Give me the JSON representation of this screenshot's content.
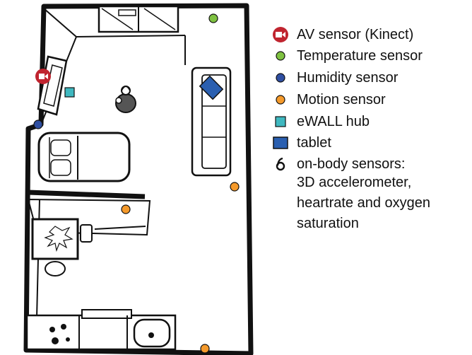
{
  "legend": {
    "items": [
      {
        "key": "av",
        "label": "AV sensor (Kinect)",
        "icon": "camera-icon",
        "color": "#c0242f"
      },
      {
        "key": "temp",
        "label": "Temperature sensor",
        "icon": "green-dot-icon",
        "color": "#7fc241"
      },
      {
        "key": "humidity",
        "label": "Humidity sensor",
        "icon": "blue-dot-icon",
        "color": "#2f4fa2"
      },
      {
        "key": "motion",
        "label": "Motion sensor",
        "icon": "orange-dot-icon",
        "color": "#f59a2b"
      },
      {
        "key": "hub",
        "label": "eWALL hub",
        "icon": "teal-square-icon",
        "color": "#3fb8c0"
      },
      {
        "key": "tablet",
        "label": "tablet",
        "icon": "tablet-icon",
        "color": "#2a5fb0"
      },
      {
        "key": "body",
        "label": "on-body sensors:",
        "icon": "body-sensor-icon",
        "color": "#111111"
      }
    ],
    "body_lines": [
      "3D accelerometer,",
      "heartrate and oxygen",
      "saturation"
    ]
  }
}
